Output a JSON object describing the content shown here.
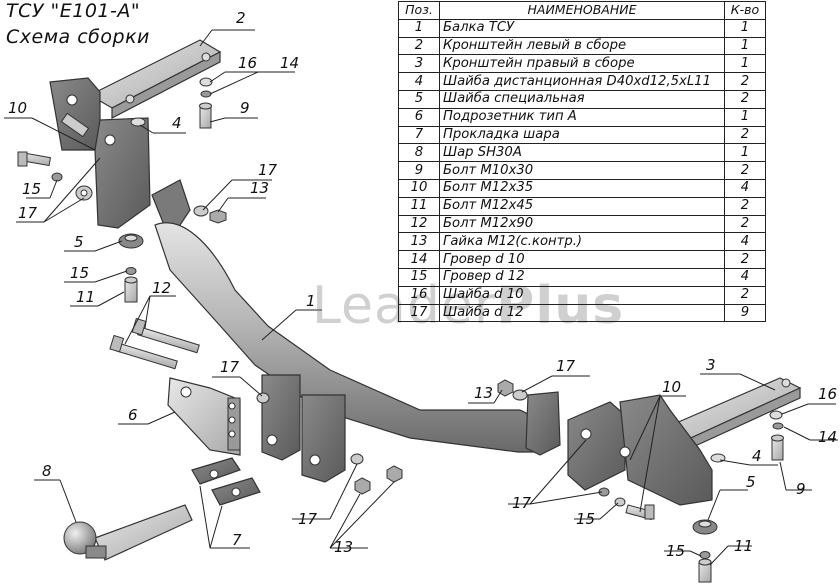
{
  "title": {
    "line1": "ТСУ \"E101-A\"",
    "line2": "Схема сборки"
  },
  "watermark": {
    "text1": "Leader",
    "text2": "Plus"
  },
  "table": {
    "headers": [
      "Поз.",
      "НАИМЕНОВАНИЕ",
      "К-во"
    ],
    "rows": [
      {
        "pos": "1",
        "name": "Балка ТСУ",
        "qty": "1"
      },
      {
        "pos": "2",
        "name": "Кронштейн левый в сборе",
        "qty": "1"
      },
      {
        "pos": "3",
        "name": "Кронштейн правый в сборе",
        "qty": "1"
      },
      {
        "pos": "4",
        "name": "Шайба дистанционная D40xd12,5xL11",
        "qty": "2"
      },
      {
        "pos": "5",
        "name": "Шайба специальная",
        "qty": "2"
      },
      {
        "pos": "6",
        "name": "Подрозетник тип А",
        "qty": "1"
      },
      {
        "pos": "7",
        "name": "Прокладка шара",
        "qty": "2"
      },
      {
        "pos": "8",
        "name": "Шар SH30A",
        "qty": "1"
      },
      {
        "pos": "9",
        "name": "Болт М10x30",
        "qty": "2"
      },
      {
        "pos": "10",
        "name": "Болт М12x35",
        "qty": "4"
      },
      {
        "pos": "11",
        "name": "Болт М12x45",
        "qty": "2"
      },
      {
        "pos": "12",
        "name": "Болт М12x90",
        "qty": "2"
      },
      {
        "pos": "13",
        "name": "Гайка М12(с.контр.)",
        "qty": "4"
      },
      {
        "pos": "14",
        "name": "Гровер d 10",
        "qty": "2"
      },
      {
        "pos": "15",
        "name": "Гровер d 12",
        "qty": "4"
      },
      {
        "pos": "16",
        "name": "Шайба d 10",
        "qty": "2"
      },
      {
        "pos": "17",
        "name": "Шайба d 12",
        "qty": "9"
      }
    ]
  },
  "callouts": [
    {
      "id": "c2",
      "text": "2"
    },
    {
      "id": "c16a",
      "text": "16"
    },
    {
      "id": "c14a",
      "text": "14"
    },
    {
      "id": "c10a",
      "text": "10"
    },
    {
      "id": "c9a",
      "text": "9"
    },
    {
      "id": "c4a",
      "text": "4"
    },
    {
      "id": "c15a",
      "text": "15"
    },
    {
      "id": "c17a",
      "text": "17"
    },
    {
      "id": "c17b",
      "text": "17"
    },
    {
      "id": "c13a",
      "text": "13"
    },
    {
      "id": "c5a",
      "text": "5"
    },
    {
      "id": "c15b",
      "text": "15"
    },
    {
      "id": "c11a",
      "text": "11"
    },
    {
      "id": "c12",
      "text": "12"
    },
    {
      "id": "c1",
      "text": "1"
    },
    {
      "id": "c17c",
      "text": "17"
    },
    {
      "id": "c6",
      "text": "6"
    },
    {
      "id": "c13b",
      "text": "13"
    },
    {
      "id": "c17d",
      "text": "17"
    },
    {
      "id": "c3",
      "text": "3"
    },
    {
      "id": "c10b",
      "text": "10"
    },
    {
      "id": "c16b",
      "text": "16"
    },
    {
      "id": "c14b",
      "text": "14"
    },
    {
      "id": "c4b",
      "text": "4"
    },
    {
      "id": "c9b",
      "text": "9"
    },
    {
      "id": "c8",
      "text": "8"
    },
    {
      "id": "c7",
      "text": "7"
    },
    {
      "id": "c17e",
      "text": "17"
    },
    {
      "id": "c13c",
      "text": "13"
    },
    {
      "id": "c17f",
      "text": "17"
    },
    {
      "id": "c15c",
      "text": "15"
    },
    {
      "id": "c5b",
      "text": "5"
    },
    {
      "id": "c15d",
      "text": "15"
    },
    {
      "id": "c11b",
      "text": "11"
    }
  ]
}
